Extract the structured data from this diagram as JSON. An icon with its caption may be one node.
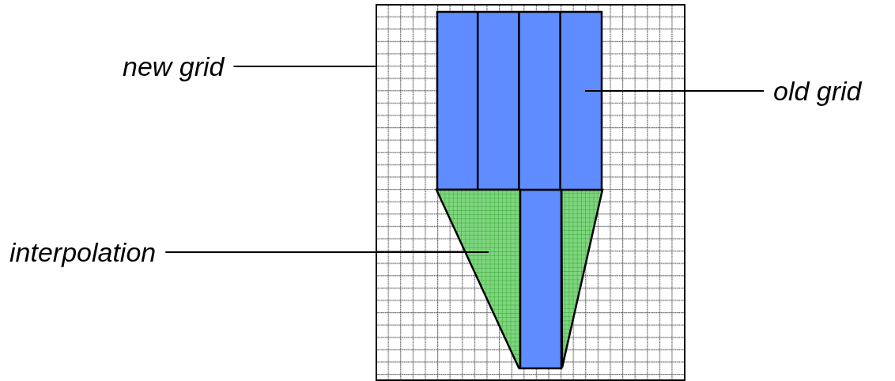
{
  "diagram": {
    "nodes": [
      {
        "text": [
          "new grid"
        ]
      },
      {
        "text": [
          "old grid"
        ]
      },
      {
        "text": [
          "interpolation"
        ]
      },
      {
        "text": [],
        "shape": "box"
      },
      {
        "text": [],
        "shape": "box",
        "in": 3
      },
      {
        "text": [],
        "shape": "triangle",
        "in": 3
      }
    ],
    "edges": [
      {
        "from": 0,
        "to": 3,
        "arrow": "none"
      },
      {
        "from": 1,
        "to": 4,
        "arrow": "none"
      },
      {
        "from": 2,
        "to": 5,
        "arrow": "none"
      }
    ]
  }
}
